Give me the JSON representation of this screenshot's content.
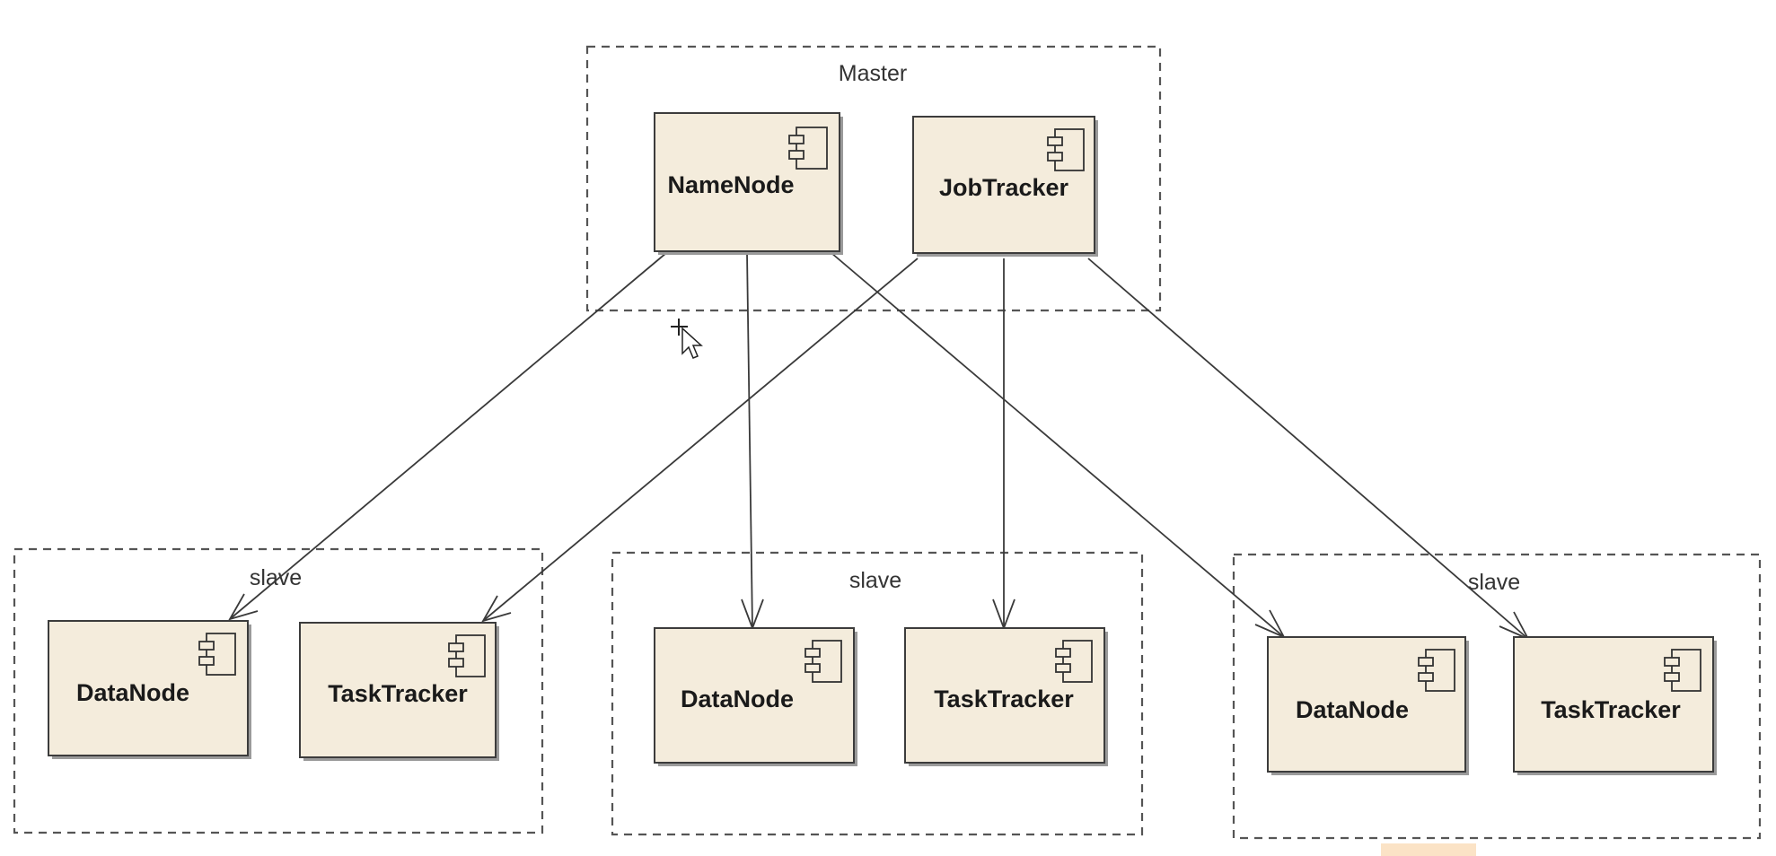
{
  "packages": {
    "master": {
      "label": "Master"
    },
    "slave_left": {
      "label": "slave"
    },
    "slave_mid": {
      "label": "slave"
    },
    "slave_right": {
      "label": "slave"
    }
  },
  "components": {
    "namenode": {
      "label": "NameNode"
    },
    "jobtracker": {
      "label": "JobTracker"
    },
    "datanode_left": {
      "label": "DataNode"
    },
    "tasktracker_left": {
      "label": "TaskTracker"
    },
    "datanode_mid": {
      "label": "DataNode"
    },
    "tasktracker_mid": {
      "label": "TaskTracker"
    },
    "datanode_right": {
      "label": "DataNode"
    },
    "tasktracker_right": {
      "label": "TaskTracker"
    }
  },
  "edges": [
    {
      "from": "namenode",
      "to": "datanode_left"
    },
    {
      "from": "namenode",
      "to": "datanode_mid"
    },
    {
      "from": "namenode",
      "to": "datanode_right"
    },
    {
      "from": "jobtracker",
      "to": "tasktracker_left"
    },
    {
      "from": "jobtracker",
      "to": "tasktracker_mid"
    },
    {
      "from": "jobtracker",
      "to": "tasktracker_right"
    }
  ],
  "component_icon": "uml-component-icon",
  "colors": {
    "component_fill": "#f4ecdc",
    "component_border": "#3c3c3c",
    "package_border": "#555555",
    "edge": "#3a3a3a"
  }
}
